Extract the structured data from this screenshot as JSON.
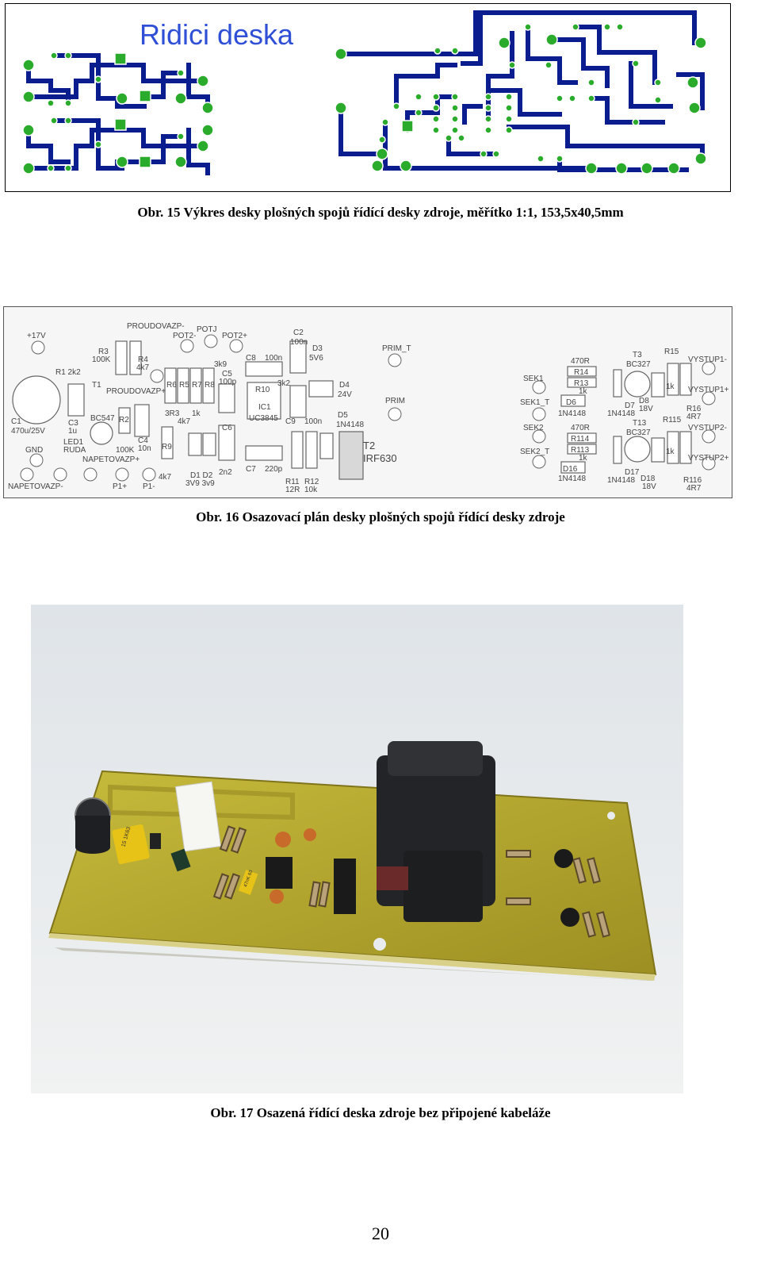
{
  "figure15": {
    "board_title": "Ridici deska",
    "caption": "Obr. 15 Výkres desky plošných spojů řídící desky zdroje, měřítko 1:1, 153,5x40,5mm",
    "colors": {
      "trace": "#0a1d8f",
      "pad": "#2bab2b",
      "title": "#2f4fd6"
    }
  },
  "figure16": {
    "caption": "Obr. 16 Osazovací plán desky plošných spojů řídící desky zdroje",
    "labels": {
      "v17": "+17V",
      "proudovazp_minus": "PROUDOVAZP-",
      "potj": "POTJ",
      "pot2m": "POT2-",
      "pot2p": "POT2+",
      "c2": "C2",
      "c2v": "100n",
      "d3": "D3",
      "d3v": "5V6",
      "prim_t": "PRIM_T",
      "prim": "PRIM",
      "r3": "R3",
      "r3v": "100K",
      "r4": "R4",
      "r4v": "4k7",
      "r1": "R1 2k2",
      "c8": "C8",
      "c8v": "100n",
      "r10": "R10",
      "ic1": "IC1",
      "ic1v": "UC3845",
      "k2": "3k2",
      "d4": "D4",
      "d4v": "24V",
      "k3k9": "3k9",
      "c5": "C5",
      "c5v": "100p",
      "t1": "T1",
      "proudovazp_plus": "PROUDOVAZP+",
      "r6": "R6",
      "r5": "R5",
      "r7": "R7",
      "r8": "R8",
      "c1": "C1",
      "c1v": "470u/25V",
      "c3": "C3",
      "c3v": "1u",
      "bc547": "BC547",
      "r2": "R2",
      "r3r3": "3R3",
      "k1a": "1k",
      "k4k7b": "4k7",
      "c9": "C9",
      "c9v": "100n",
      "d5": "D5",
      "d5v": "1N4148",
      "c6": "C6",
      "led1": "LED1",
      "ruda": "RUDA",
      "c4": "C4",
      "c4v": "10n",
      "r9": "R9",
      "k100": "100K",
      "gnd": "GND",
      "napetovazp_plus": "NAPETOVAZP+",
      "t2": "T2",
      "t2v": "IRF630",
      "c7": "C7",
      "c7v": "220p",
      "k4k7c": "4k7",
      "d1d2": "D1 D2",
      "d1d2v": "3V9 3v9",
      "n2n2": "2n2",
      "r11": "R11",
      "r11v": "12R",
      "r12": "R12",
      "r12v": "10k",
      "napetovazp_minus": "NAPETOVAZP-",
      "p1p": "P1+",
      "p1m": "P1-",
      "sek1": "SEK1",
      "sek1_t": "SEK1_T",
      "sek2": "SEK2",
      "sek2_t": "SEK2_T",
      "r470a": "470R",
      "r14": "R14",
      "r13": "R13",
      "k1b": "1k",
      "d6": "D6",
      "d6v": "1N4148",
      "t3": "T3",
      "t3v": "BC327",
      "r15": "R15",
      "vystup1m": "VYSTUP1-",
      "vystup1p": "VYSTUP1+",
      "d7": "D7",
      "d7v": "1N4148",
      "d8": "D8",
      "d8v": "18V",
      "k1c": "1k",
      "r16": "R16",
      "r16v": "4R7",
      "r115": "R115",
      "r470b": "470R",
      "r114": "R114",
      "r113": "R113",
      "t13": "T13",
      "t13v": "BC327",
      "vystup2m": "VYSTUP2-",
      "vystup2p": "VYSTUP2+",
      "k1d": "1k",
      "k1e": "1k",
      "d16": "D16",
      "d16v": "1N4148",
      "d17": "D17",
      "d17v": "1N4148",
      "d18": "D18",
      "d18v": "18V",
      "r116": "R116",
      "r116v": "4R7"
    }
  },
  "figure17": {
    "caption": "Obr. 17 Osazená řídící deska zdroje bez připojené kabeláže",
    "part_labels": {
      "cap_yellow": "15 1K63",
      "cap_small": "47nK 63"
    }
  },
  "page_number": "20"
}
